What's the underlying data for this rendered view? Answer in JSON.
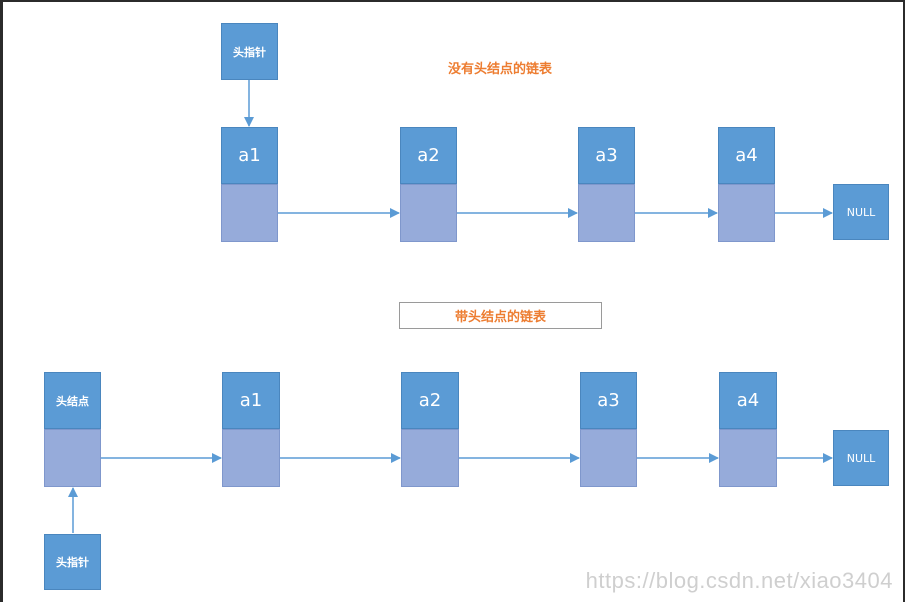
{
  "diagram": {
    "top_title": "没有头结点的链表",
    "bottom_title": "带头结点的链表",
    "head_pointer": "头指针",
    "head_node": "头结点",
    "null_label": "NULL",
    "top_nodes": [
      "a1",
      "a2",
      "a3",
      "a4"
    ],
    "bottom_nodes": [
      "a1",
      "a2",
      "a3",
      "a4"
    ],
    "watermark": "https://blog.csdn.net/xiao3404"
  },
  "colors": {
    "node_fill": "#5b9bd5",
    "pointer_fill": "#96abda",
    "arrow": "#5b9bd5",
    "title": "#ed7d31"
  }
}
